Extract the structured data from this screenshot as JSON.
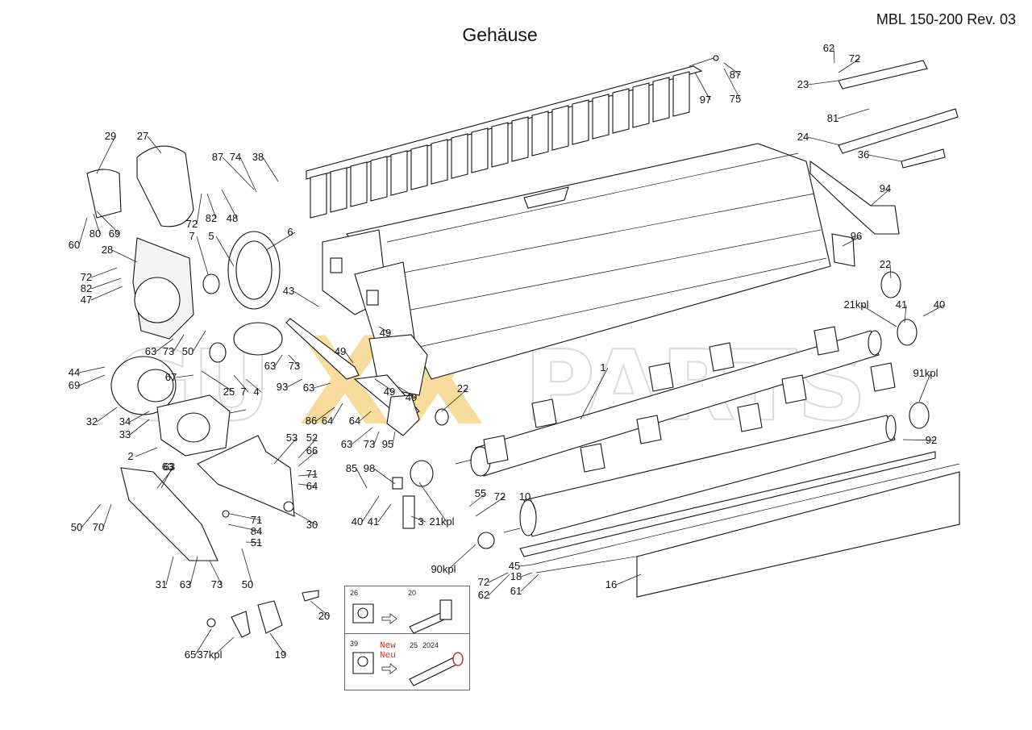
{
  "document": {
    "title": "Gehäuse",
    "revision": "MBL 150-200 Rev. 03"
  },
  "watermark": {
    "text_left": "GU",
    "text_mid": "XX",
    "text_right": "PARTS",
    "accent_color": "#f2c14e",
    "outline_color": "#bdbdbd"
  },
  "part_labels": [
    "29",
    "27",
    "87",
    "74",
    "38",
    "97",
    "87",
    "75",
    "62",
    "72",
    "23",
    "81",
    "24",
    "36",
    "94",
    "96",
    "22",
    "21kpl",
    "41",
    "40",
    "91kpl",
    "92",
    "60",
    "80",
    "69",
    "72",
    "82",
    "48",
    "28",
    "7",
    "5",
    "6",
    "72",
    "82",
    "47",
    "43",
    "49",
    "49",
    "63",
    "73",
    "50",
    "63",
    "73",
    "63",
    "93",
    "25",
    "7",
    "4",
    "44",
    "69",
    "67",
    "32",
    "34",
    "33",
    "2",
    "1",
    "22",
    "86",
    "64",
    "64",
    "49",
    "63",
    "73",
    "95",
    "53",
    "52",
    "66",
    "71",
    "64",
    "49",
    "63",
    "85",
    "98",
    "40",
    "41",
    "3",
    "21kpl",
    "55",
    "72",
    "10",
    "30",
    "71",
    "84",
    "51",
    "50",
    "70",
    "63",
    "31",
    "63",
    "73",
    "50",
    "90kpl",
    "45",
    "18",
    "72",
    "62",
    "61",
    "16",
    "20",
    "65",
    "37kpl",
    "19"
  ],
  "legend": {
    "old_pin_num": "26",
    "old_pin_target": "20",
    "new_pin_num": "39",
    "new_pin_target": "25",
    "new_text_1": "New",
    "new_text_2": "Neu",
    "year": "2024"
  }
}
